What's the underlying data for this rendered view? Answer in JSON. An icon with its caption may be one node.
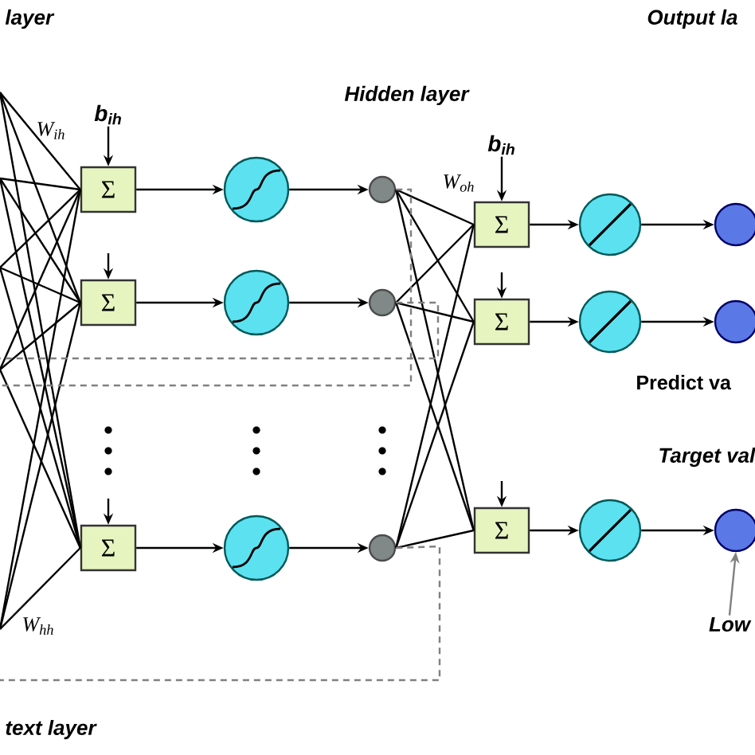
{
  "diagram": {
    "nodes": [
      {
        "text": [
          "Σ"
        ]
      },
      {
        "text": [
          "Σ"
        ]
      },
      {
        "text": [
          "Σ"
        ]
      },
      {
        "text": [],
        "shape": "circle"
      },
      {
        "text": [],
        "shape": "circle"
      },
      {
        "text": [],
        "shape": "circle"
      },
      {
        "text": [],
        "shape": "circle"
      },
      {
        "text": [],
        "shape": "circle"
      },
      {
        "text": [],
        "shape": "circle"
      },
      {
        "text": [
          "Σ"
        ]
      },
      {
        "text": [
          "Σ"
        ]
      },
      {
        "text": [
          "Σ"
        ]
      },
      {
        "text": [],
        "shape": "circle"
      },
      {
        "text": [],
        "shape": "circle"
      },
      {
        "text": [],
        "shape": "circle"
      },
      {
        "text": [],
        "shape": "circle"
      },
      {
        "text": [],
        "shape": "circle"
      },
      {
        "text": [],
        "shape": "circle"
      },
      {
        "text": [
          "Low"
        ]
      },
      {
        "text": [
          "b$_{ih}$"
        ]
      },
      {
        "text": [
          "b$_{ih}$"
        ]
      }
    ],
    "edges": [
      {
        "from": null,
        "to": 0,
        "arrow": "none"
      },
      {
        "from": null,
        "to": 0,
        "arrow": "none"
      },
      {
        "from": null,
        "to": 0,
        "arrow": "none"
      },
      {
        "from": null,
        "to": 0,
        "arrow": "none"
      },
      {
        "from": null,
        "to": 0,
        "arrow": "none"
      },
      {
        "from": null,
        "to": 1,
        "arrow": "none"
      },
      {
        "from": null,
        "to": 1,
        "arrow": "none"
      },
      {
        "from": null,
        "to": 1,
        "arrow": "none"
      },
      {
        "from": null,
        "to": 1,
        "arrow": "none"
      },
      {
        "from": null,
        "to": 1,
        "arrow": "none"
      },
      {
        "from": null,
        "to": 2,
        "arrow": "none"
      },
      {
        "from": null,
        "to": 2,
        "arrow": "none"
      },
      {
        "from": null,
        "to": 2,
        "arrow": "none"
      },
      {
        "from": null,
        "to": 2,
        "arrow": "none"
      },
      {
        "from": null,
        "to": 2,
        "arrow": "none"
      },
      {
        "from": 19,
        "to": 0,
        "arrow": "to"
      },
      {
        "from": null,
        "to": 1,
        "arrow": "to"
      },
      {
        "from": null,
        "to": 2,
        "arrow": "to"
      },
      {
        "from": 20,
        "to": 9,
        "arrow": "to"
      },
      {
        "from": null,
        "to": 10,
        "arrow": "to"
      },
      {
        "from": null,
        "to": 11,
        "arrow": "to"
      },
      {
        "from": 0,
        "to": 3,
        "arrow": "to"
      },
      {
        "from": 1,
        "to": 4,
        "arrow": "to"
      },
      {
        "from": 2,
        "to": 5,
        "arrow": "to"
      },
      {
        "from": 3,
        "to": 6,
        "arrow": "to"
      },
      {
        "from": 4,
        "to": 7,
        "arrow": "to"
      },
      {
        "from": 5,
        "to": 8,
        "arrow": "to"
      },
      {
        "from": 6,
        "to": 9,
        "arrow": "none"
      },
      {
        "from": 6,
        "to": 10,
        "arrow": "none"
      },
      {
        "from": 6,
        "to": 11,
        "arrow": "none"
      },
      {
        "from": 7,
        "to": 9,
        "arrow": "none"
      },
      {
        "from": 7,
        "to": 10,
        "arrow": "none"
      },
      {
        "from": 7,
        "to": 11,
        "arrow": "none"
      },
      {
        "from": 8,
        "to": 9,
        "arrow": "none"
      },
      {
        "from": 8,
        "to": 10,
        "arrow": "none"
      },
      {
        "from": 8,
        "to": 11,
        "arrow": "none"
      },
      {
        "from": 9,
        "to": 12,
        "arrow": "to"
      },
      {
        "from": 10,
        "to": 13,
        "arrow": "to"
      },
      {
        "from": 11,
        "to": 14,
        "arrow": "to"
      },
      {
        "from": 12,
        "to": 15,
        "arrow": "to"
      },
      {
        "from": 13,
        "to": 16,
        "arrow": "to"
      },
      {
        "from": 14,
        "to": 17,
        "arrow": "to"
      },
      {
        "from": 18,
        "to": 17,
        "arrow": "to",
        "color": "#808080"
      },
      {
        "from": 6,
        "to": null,
        "arrow": "none",
        "style": "dashed",
        "color": "#808080"
      },
      {
        "from": 7,
        "to": null,
        "arrow": "none",
        "style": "dashed",
        "color": "#808080"
      },
      {
        "from": 8,
        "to": null,
        "arrow": "none",
        "style": "dashed",
        "color": "#808080"
      }
    ],
    "labels": [
      "layer",
      "Output la",
      "Hidden layer",
      "W$_{ih}$",
      "W$_{oh}$",
      "Predict va",
      "Target val",
      "W$_{hh}$",
      "text layer"
    ]
  }
}
